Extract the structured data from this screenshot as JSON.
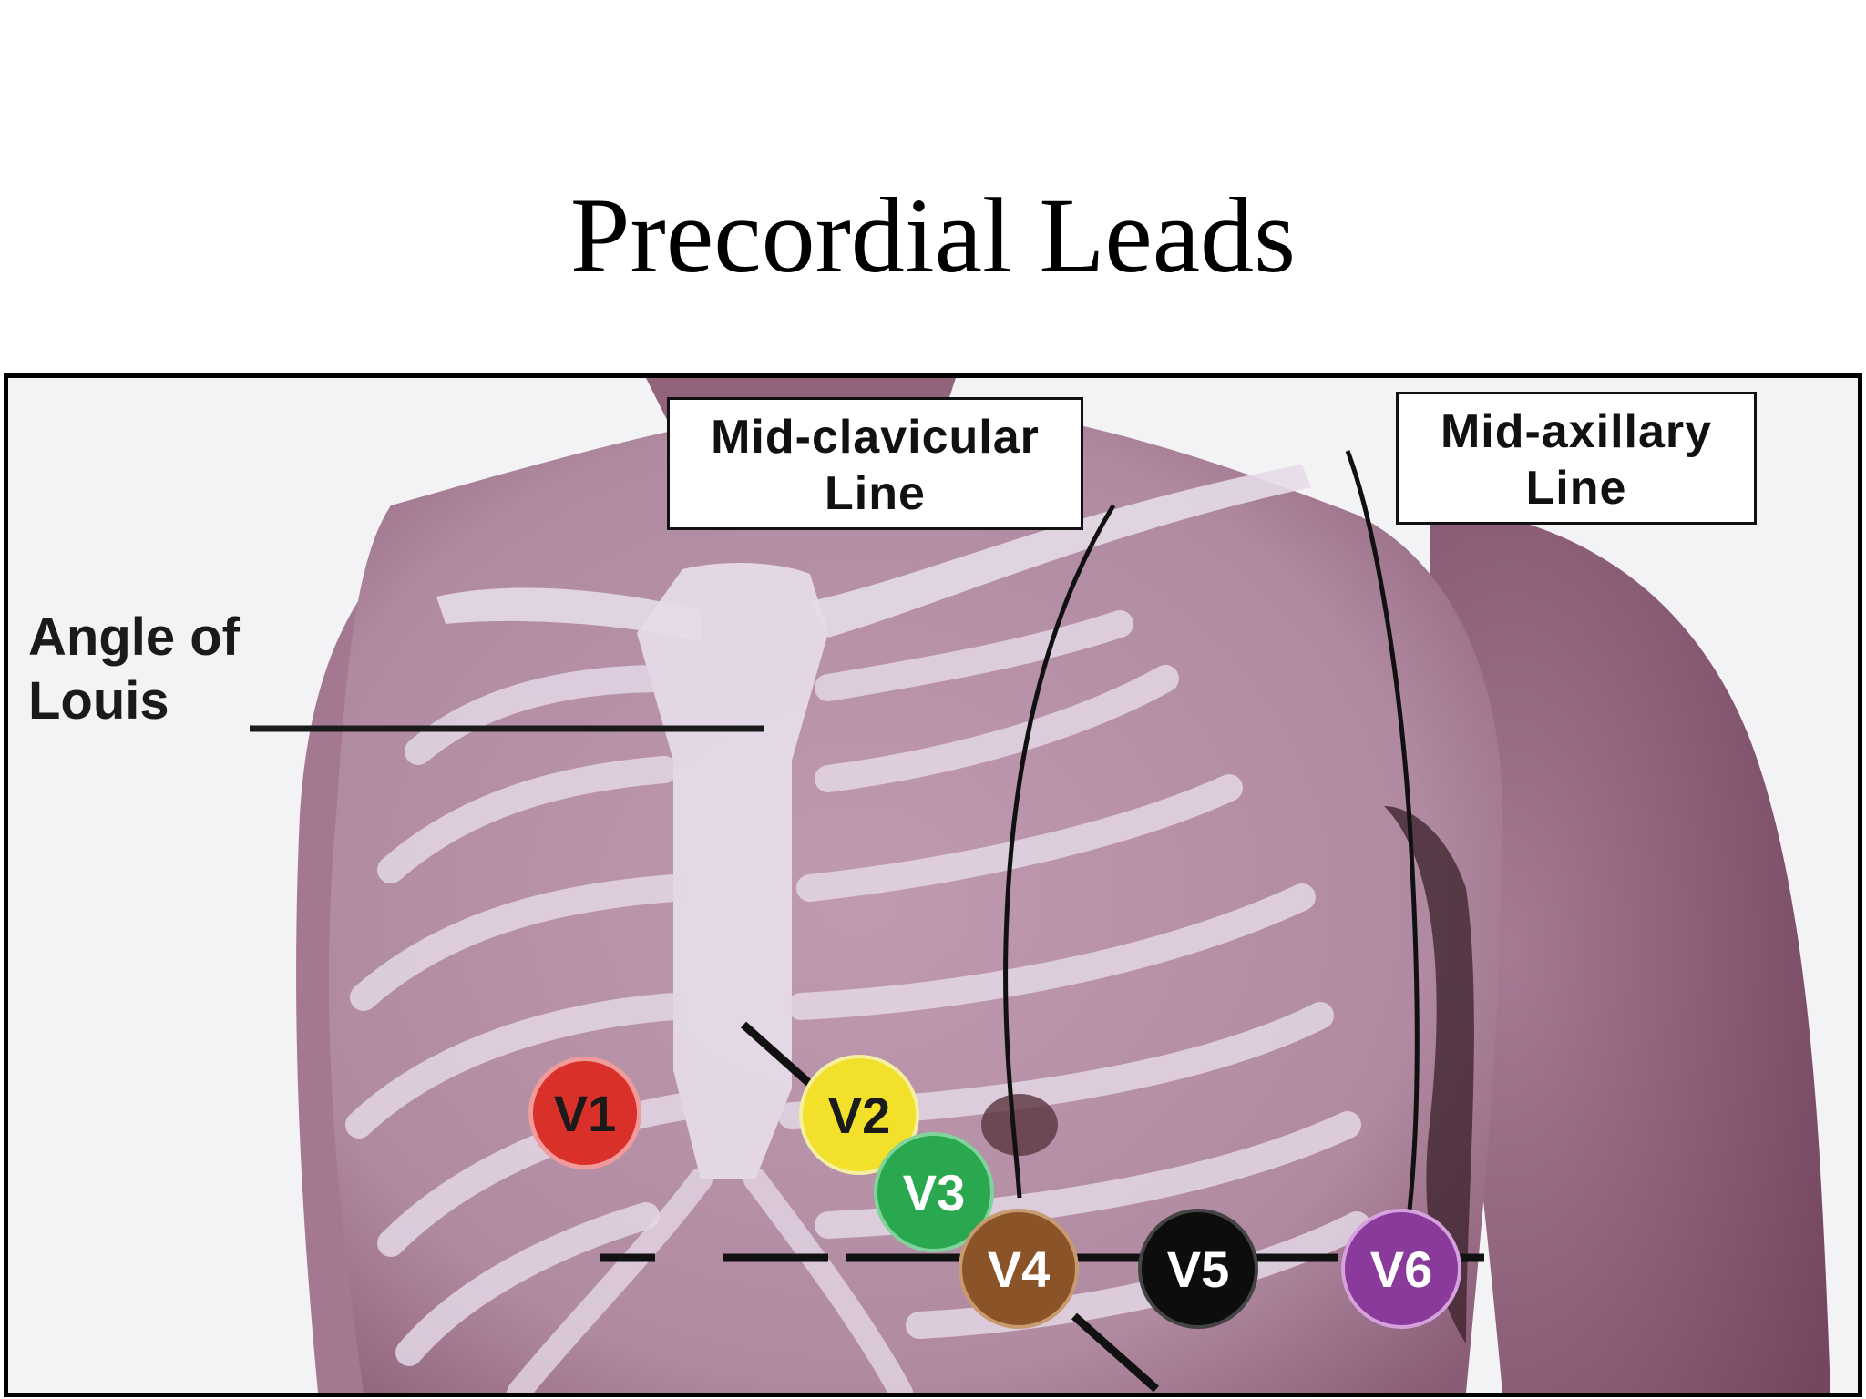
{
  "title": "Precordial Leads",
  "labels": {
    "mid_clavicular": [
      "Mid-clavicular",
      "Line"
    ],
    "mid_axillary": [
      "Mid-axillary",
      "Line"
    ],
    "angle_of_louis": [
      "Angle of",
      "Louis"
    ]
  },
  "electrodes": [
    {
      "id": "v1",
      "label": "V1",
      "color": "#d9302a",
      "text_color": "#1a1a1a"
    },
    {
      "id": "v2",
      "label": "V2",
      "color": "#f2e02a",
      "text_color": "#1a1a1a"
    },
    {
      "id": "v3",
      "label": "V3",
      "color": "#2aa84f",
      "text_color": "#ffffff"
    },
    {
      "id": "v4",
      "label": "V4",
      "color": "#8a5428",
      "text_color": "#ffffff"
    },
    {
      "id": "v5",
      "label": "V5",
      "color": "#0d0d0d",
      "text_color": "#ffffff"
    },
    {
      "id": "v6",
      "label": "V6",
      "color": "#8a3a9a",
      "text_color": "#ffffff"
    }
  ],
  "colors": {
    "skin": "#b48aa2",
    "skin_dark": "#8e5f78",
    "bone": "#e7dce9"
  }
}
